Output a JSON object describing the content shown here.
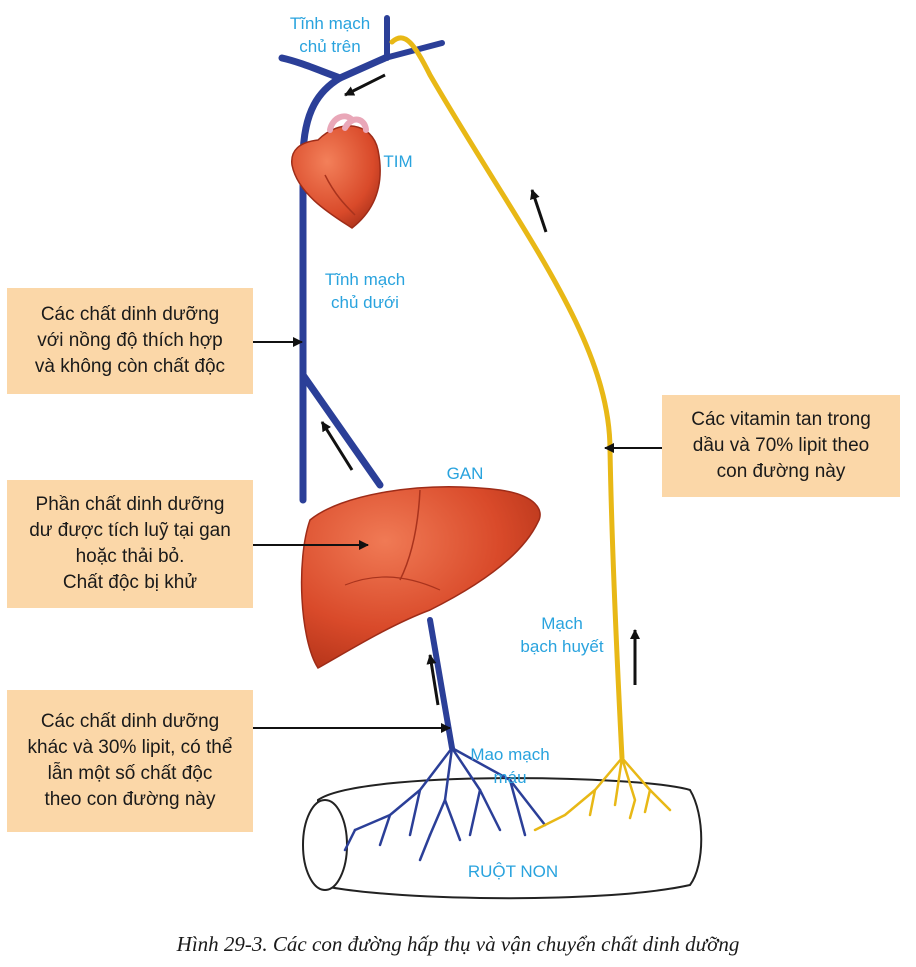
{
  "labels": {
    "superior_vena_cava": "Tĩnh mạch\nchủ trên",
    "heart": "TIM",
    "inferior_vena_cava": "Tĩnh mạch\nchủ dưới",
    "liver": "GAN",
    "lymph_vessel": "Mạch\nbạch huyết",
    "capillaries": "Mao mạch\nmáu",
    "small_intestine": "RUỘT NON"
  },
  "boxes": {
    "filtered_nutrients": "Các chất dinh dưỡng\nvới  nồng độ thích hợp\nvà không còn chất độc",
    "stored_nutrients": "Phần chất dinh dưỡng\ndư được tích luỹ tại gan\nhoặc thải bỏ.\nChất độc bị khử",
    "blood_route": "Các chất dinh dưỡng\nkhác và 30% lipit, có thể\nlẫn một số chất độc\ntheo con đường này",
    "lymph_route": "Các vitamin tan trong\ndầu và 70% lipit theo\ncon đường này"
  },
  "caption": "Hình 29-3. Các con đường hấp thụ và vận chuyển chất dinh dưỡng",
  "colors": {
    "vein": "#2b3f98",
    "lymph": "#f2c21b",
    "organ": "#d84a2a",
    "box_fill": "#fbd7a8",
    "label_text": "#29a3de"
  }
}
